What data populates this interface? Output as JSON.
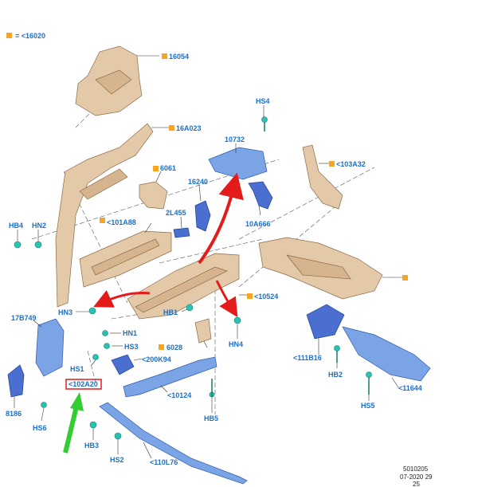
{
  "legend": {
    "text": "= <16020",
    "swatch_color": "#f5a623"
  },
  "colors": {
    "label": "#1f6fc5",
    "arrow_red": "#e31b1b",
    "arrow_green": "#33cc33",
    "highlight_box": "#e31b1b"
  },
  "labels": {
    "p16054": "16054",
    "p16A023": "16A023",
    "p10732": "10732",
    "HS4": "HS4",
    "p103A32": "<103A32",
    "p6061": "6061",
    "p16240": "16240",
    "p2L455": "2L455",
    "p10A666": "10A666",
    "p101A88": "<101A88",
    "HB4": "HB4",
    "HN2": "HN2",
    "p10524": "<10524",
    "HN3": "HN3",
    "HB1": "HB1",
    "p17B749": "17B749",
    "HN1": "HN1",
    "HS3": "HS3",
    "p6028": "6028",
    "HN4": "HN4",
    "p111B16": "<111B16",
    "p200K94": "<200K94",
    "HS1": "HS1",
    "HB2": "HB2",
    "p102A20": "<102A20",
    "p10124": "<10124",
    "p11644": "<11644",
    "p8186": "8186",
    "HS5": "HS5",
    "HB5": "HB5",
    "HS6": "HS6",
    "HB3": "HB3",
    "HS2": "HS2",
    "p110L76": "<110L76"
  },
  "footer": {
    "line1": "5010205",
    "line2": "07-2020 29",
    "line3": "25"
  }
}
